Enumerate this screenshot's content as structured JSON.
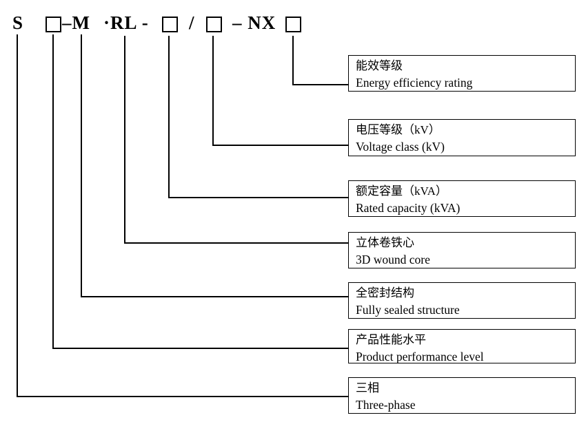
{
  "code": {
    "series": "S",
    "dash_m": "–M",
    "dot_rl": "·RL -",
    "slash": "/",
    "dash_nx": "– NX"
  },
  "callouts": [
    {
      "zh": "能效等级",
      "en": "Energy efficiency rating"
    },
    {
      "zh": "电压等级（kV）",
      "en": "Voltage class (kV)"
    },
    {
      "zh": "额定容量（kVA）",
      "en": "Rated capacity (kVA)"
    },
    {
      "zh": "立体卷铁心",
      "en": "3D wound core"
    },
    {
      "zh": "全密封结构",
      "en": "Fully sealed structure"
    },
    {
      "zh": "产品性能水平",
      "en": "Product performance level"
    },
    {
      "zh": "三相",
      "en": "Three-phase"
    }
  ]
}
